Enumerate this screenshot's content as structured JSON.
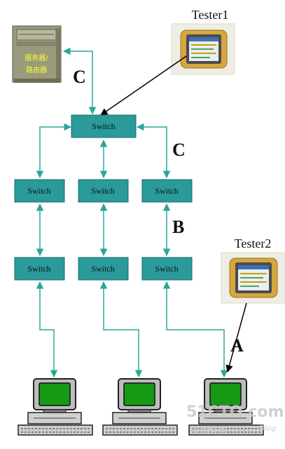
{
  "server": {
    "label_line1": "服务器/",
    "label_line2": "路由器"
  },
  "testers": [
    {
      "name": "Tester1"
    },
    {
      "name": "Tester2"
    }
  ],
  "switch_label": "Switch",
  "segment_labels": {
    "c_top": "C",
    "c_right": "C",
    "b": "B",
    "a": "A"
  },
  "watermark": {
    "main": "51CTO.com",
    "sub": "技术博客",
    "tail": "Blog"
  },
  "colors": {
    "switch_fill": "#2a9a9a",
    "switch_border": "#1e6b6b",
    "link": "#2aa59a",
    "arrow_black": "#000000",
    "screen_green": "#169a16"
  }
}
